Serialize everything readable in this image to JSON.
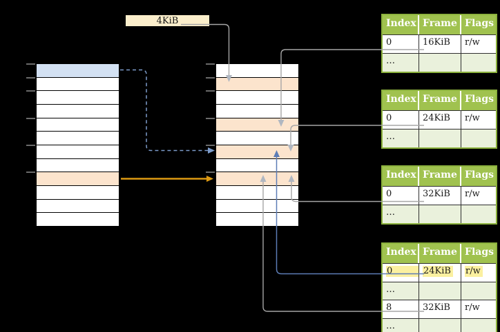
{
  "colors": {
    "background": "#000000",
    "row_white": "#FFFFFF",
    "blue_fill": "#D3E1F3",
    "orange_fill": "#FCE4CD",
    "table_header_bg": "#A0C24F",
    "table_header_text": "#FFFFFF",
    "row_alt_bg": "#EAF1DC",
    "table_border": "#8CB23D",
    "grid_line": "#2E2E2E",
    "yellow_highlight": "#FBF0A0",
    "memory_box_fill": "#FBEECB",
    "arrow_gray": "#A6A6A6",
    "arrowhead_gray": "#B0B7C1",
    "arrow_blue": "#5D7DB6",
    "arrow_dashed_blue": "#7D9CCB",
    "arrow_orange": "#DD9A12",
    "tick_color": "#6B6B6B",
    "text_color": "#1A1A1A"
  },
  "size_label": {
    "text": "4KiB"
  },
  "left_column": {
    "rows": [
      "blue_fill",
      "row_white",
      "row_white",
      "row_white",
      "row_white",
      "row_white",
      "row_white",
      "row_white",
      "orange_fill",
      "row_white",
      "row_white",
      "row_white"
    ],
    "tick_boundaries": [
      0,
      1,
      2,
      4,
      6,
      8
    ]
  },
  "middle_column": {
    "rows": [
      "row_white",
      "orange_fill",
      "row_white",
      "row_white",
      "orange_fill",
      "row_white",
      "orange_fill",
      "row_white",
      "orange_fill",
      "row_white",
      "row_white",
      "row_white"
    ],
    "tick_boundaries": [
      0,
      1,
      2,
      4,
      6,
      8
    ]
  },
  "page_tables": [
    {
      "header": [
        "Index",
        "Frame",
        "Flags"
      ],
      "rows": [
        {
          "type": "data",
          "cells": [
            "0",
            "16KiB",
            "r/w"
          ]
        },
        {
          "type": "dots",
          "cells": [
            "…",
            "",
            ""
          ]
        }
      ]
    },
    {
      "header": [
        "Index",
        "Frame",
        "Flags"
      ],
      "rows": [
        {
          "type": "data",
          "cells": [
            "0",
            "24KiB",
            "r/w"
          ]
        },
        {
          "type": "dots",
          "cells": [
            "…",
            "",
            ""
          ]
        }
      ]
    },
    {
      "header": [
        "Index",
        "Frame",
        "Flags"
      ],
      "rows": [
        {
          "type": "data",
          "cells": [
            "0",
            "32KiB",
            "r/w"
          ]
        },
        {
          "type": "dots",
          "cells": [
            "…",
            "",
            ""
          ]
        }
      ]
    },
    {
      "header": [
        "Index",
        "Frame",
        "Flags"
      ],
      "rows": [
        {
          "type": "data",
          "highlight": true,
          "cells": [
            "0",
            "24KiB",
            "r/w"
          ]
        },
        {
          "type": "dots",
          "cells": [
            "…",
            "",
            ""
          ]
        },
        {
          "type": "data",
          "cells": [
            "8",
            "32KiB",
            "r/w"
          ]
        },
        {
          "type": "dots",
          "cells": [
            "…",
            "",
            ""
          ]
        }
      ]
    }
  ]
}
